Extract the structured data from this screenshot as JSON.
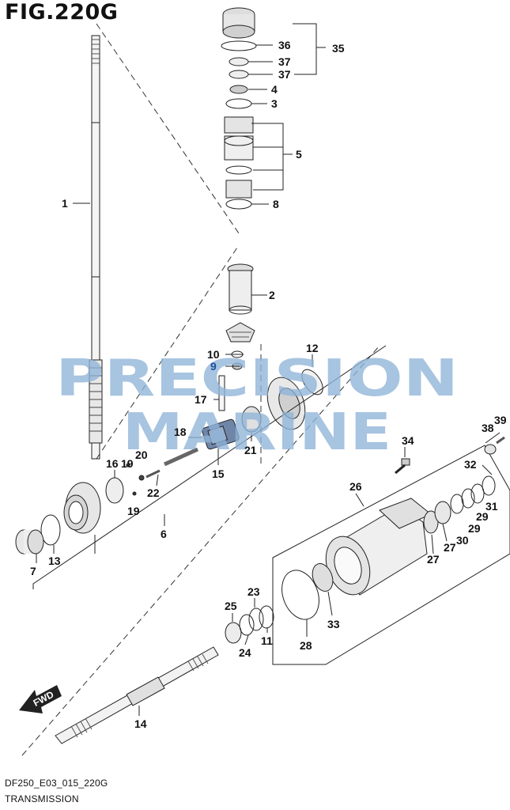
{
  "figure": {
    "title": "FIG.220G",
    "code": "DF250_E03_015_220G",
    "name": "TRANSMISSION"
  },
  "watermark": {
    "line1": "PRECISION",
    "line2": "MARINE",
    "color": "#8fb4d8"
  },
  "direction_badge": {
    "text": "FWD"
  },
  "callouts": {
    "c1": "1",
    "c2": "2",
    "c3": "3",
    "c4": "4",
    "c5": "5",
    "c6": "6",
    "c7": "7",
    "c8": "8",
    "c9": "9",
    "c10": "10",
    "c11": "11",
    "c12": "12",
    "c13": "13",
    "c14": "14",
    "c15": "15",
    "c16": "16",
    "c17": "17",
    "c18": "18",
    "c19a": "19",
    "c19b": "19",
    "c20": "20",
    "c21": "21",
    "c22": "22",
    "c23": "23",
    "c24": "24",
    "c25": "25",
    "c26": "26",
    "c27a": "27",
    "c27b": "27",
    "c28": "28",
    "c29a": "29",
    "c29b": "29",
    "c30": "30",
    "c31": "31",
    "c32": "32",
    "c33": "33",
    "c34": "34",
    "c35": "35",
    "c36": "36",
    "c37a": "37",
    "c37b": "37",
    "c38": "38",
    "c39": "39"
  }
}
